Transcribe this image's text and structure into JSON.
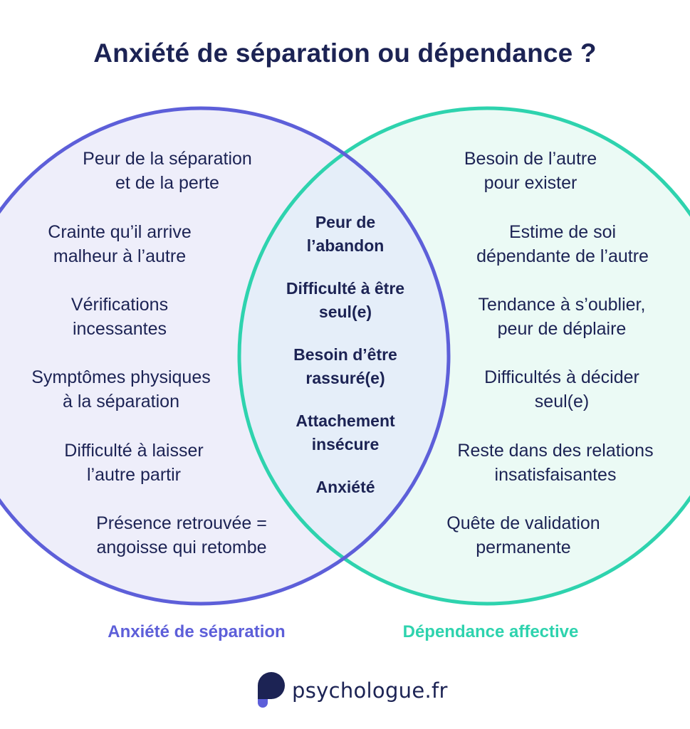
{
  "title": "Anxiété de séparation ou dépendance ?",
  "colors": {
    "left_circle_stroke": "#5d5fd9",
    "left_circle_fill": "#eeeefa",
    "right_circle_stroke": "#2ed3ae",
    "right_circle_fill": "#ebfaf5",
    "overlap_fill": "#e5eef9",
    "text": "#1c2354"
  },
  "left": {
    "label": "Anxiété de séparation",
    "items": [
      [
        "Peur de la séparation",
        "et de la perte"
      ],
      [
        "Crainte qu’il arrive",
        "malheur à l’autre"
      ],
      [
        "Vérifications",
        "incessantes"
      ],
      [
        "Symptômes physiques",
        "à la séparation"
      ],
      [
        "Difficulté à laisser",
        "l’autre partir"
      ],
      [
        "Présence retrouvée =",
        "angoisse qui retombe"
      ]
    ]
  },
  "middle": {
    "items": [
      [
        "Peur de",
        "l’abandon"
      ],
      [
        "Difficulté à être",
        "seul(e)"
      ],
      [
        "Besoin d’être",
        "rassuré(e)"
      ],
      [
        "Attachement",
        "insécure"
      ],
      [
        "Anxiété"
      ]
    ]
  },
  "right": {
    "label": "Dépendance affective",
    "items": [
      [
        "Besoin de l’autre",
        "pour exister"
      ],
      [
        "Estime de soi",
        "dépendante de l’autre"
      ],
      [
        "Tendance à s’oublier,",
        "peur de déplaire"
      ],
      [
        "Difficultés à décider",
        "seul(e)"
      ],
      [
        "Reste dans des relations",
        "insatisfaisantes"
      ],
      [
        "Quête de validation",
        "permanente"
      ]
    ]
  },
  "logo": {
    "text": "psychologue.fr",
    "icon": "psychologue-logo-icon"
  }
}
